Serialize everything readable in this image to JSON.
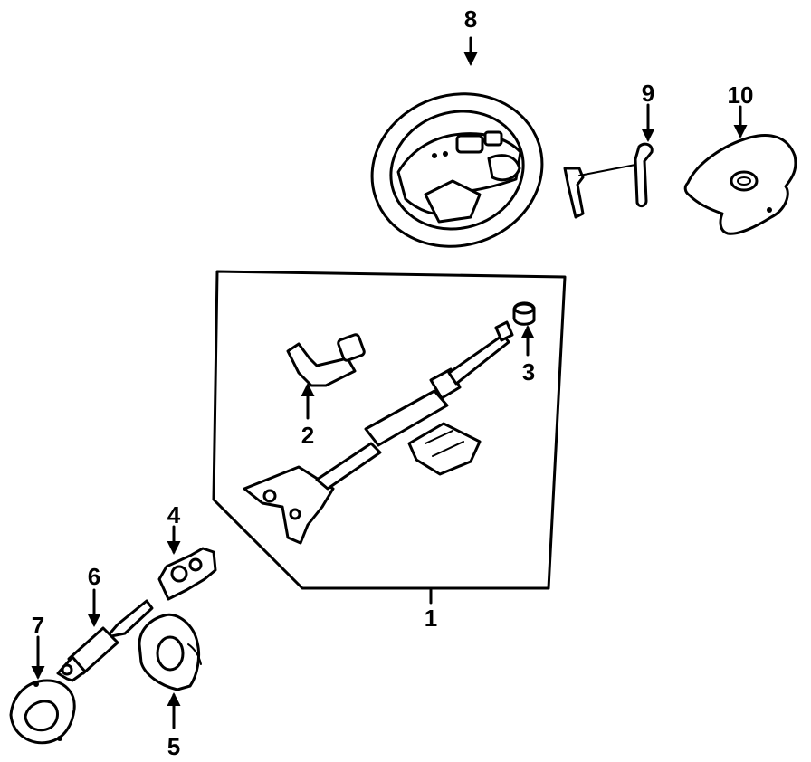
{
  "callouts": [
    {
      "id": "1",
      "text": "1"
    },
    {
      "id": "2",
      "text": "2"
    },
    {
      "id": "3",
      "text": "3"
    },
    {
      "id": "4",
      "text": "4"
    },
    {
      "id": "5",
      "text": "5"
    },
    {
      "id": "6",
      "text": "6"
    },
    {
      "id": "7",
      "text": "7"
    },
    {
      "id": "8",
      "text": "8"
    },
    {
      "id": "9",
      "text": "9"
    },
    {
      "id": "10",
      "text": "10"
    }
  ],
  "style": {
    "line_color": "#000000",
    "background": "#ffffff"
  }
}
